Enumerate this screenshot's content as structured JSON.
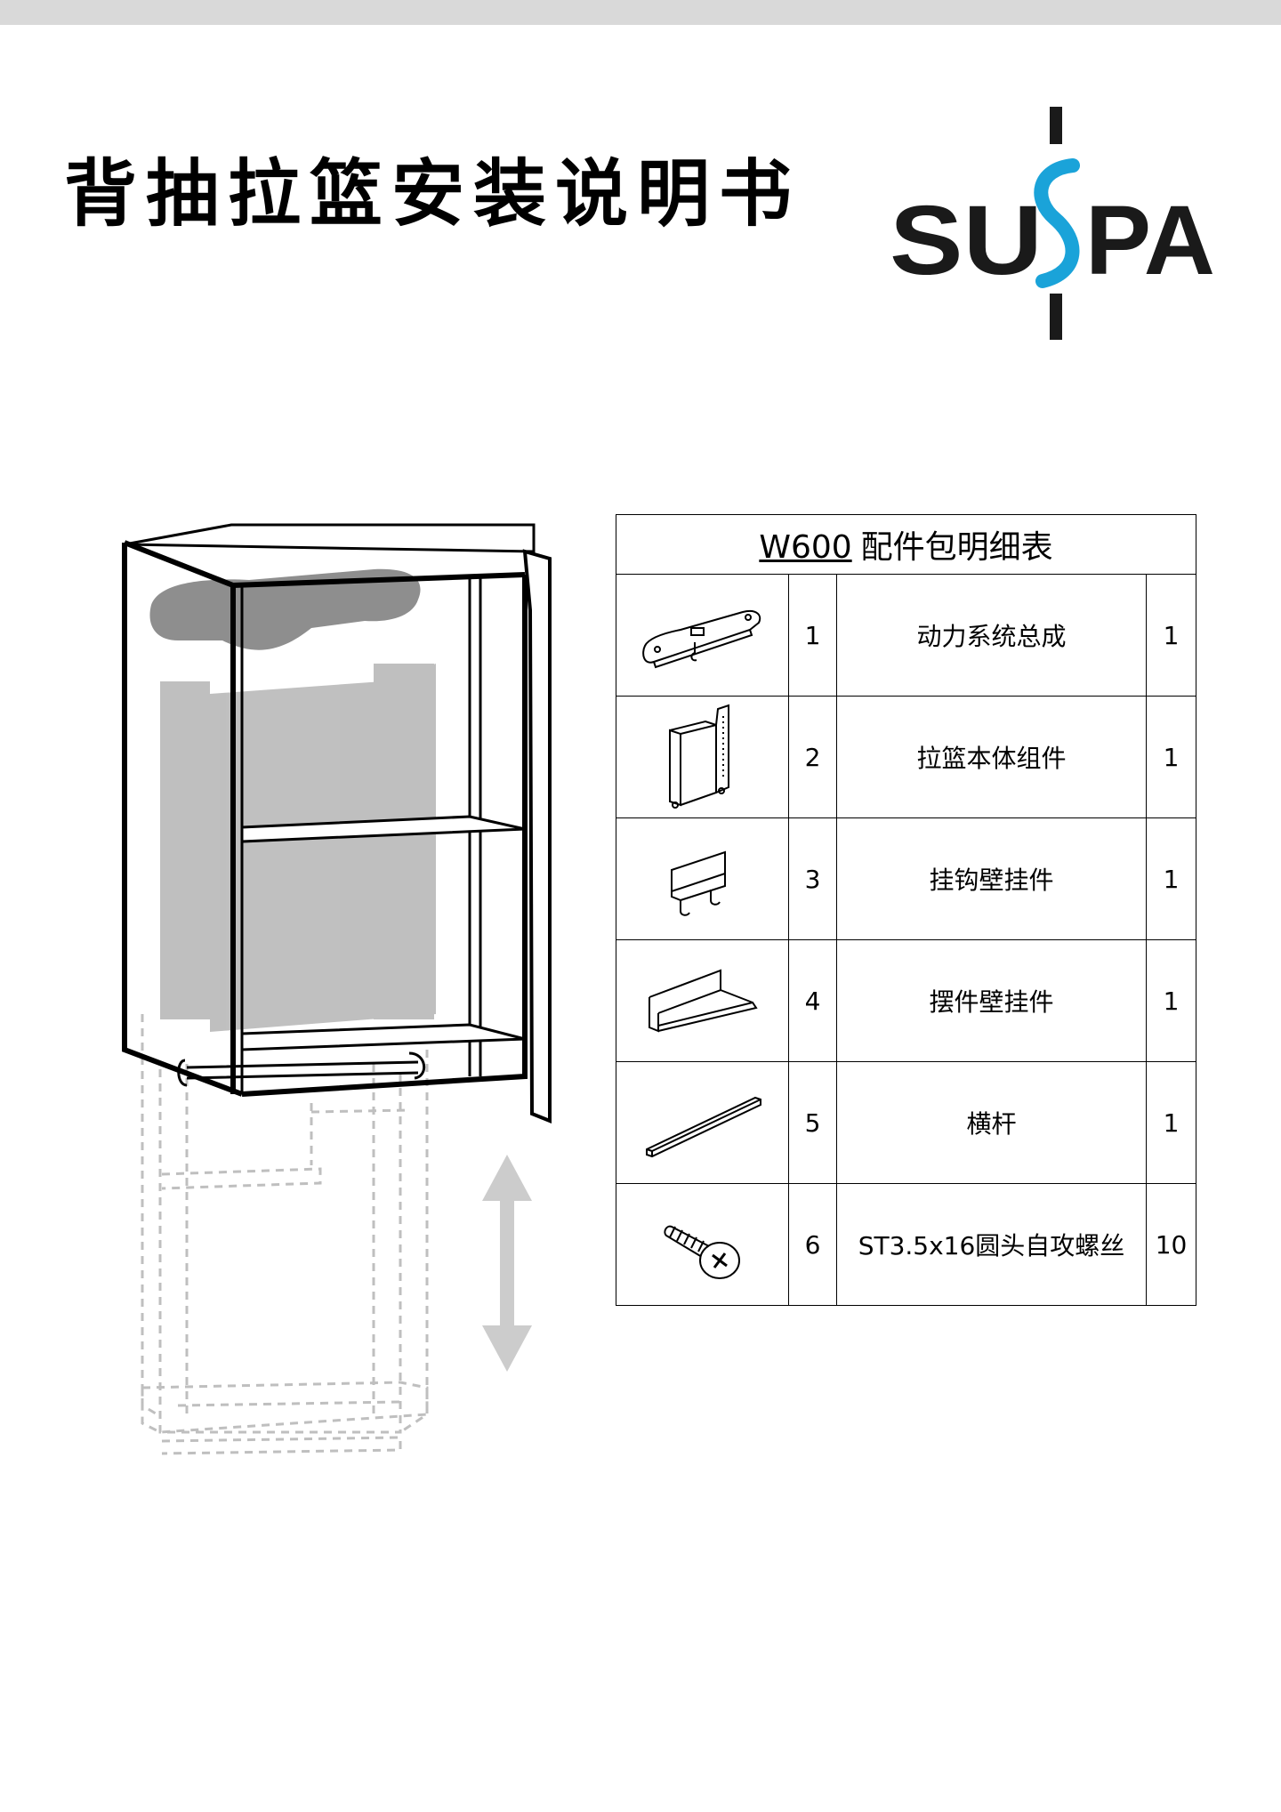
{
  "header": {
    "title": "背抽拉篮安装说明书",
    "brand": "SUSPA"
  },
  "colors": {
    "top_bar": "#d9d9d9",
    "brand_accent": "#1aa3d9",
    "brand_text": "#1a1a1a"
  },
  "parts_table": {
    "model": "W600",
    "title": "配件包明细表",
    "rows": [
      {
        "no": "1",
        "icon": "power-unit-icon",
        "name": "动力系统总成",
        "qty": "1"
      },
      {
        "no": "2",
        "icon": "basket-body-icon",
        "name": "拉篮本体组件",
        "qty": "1"
      },
      {
        "no": "3",
        "icon": "hook-bracket-icon",
        "name": "挂钩壁挂件",
        "qty": "1"
      },
      {
        "no": "4",
        "icon": "shelf-bracket-icon",
        "name": "摆件壁挂件",
        "qty": "1"
      },
      {
        "no": "5",
        "icon": "cross-bar-icon",
        "name": "横杆",
        "qty": "1"
      },
      {
        "no": "6",
        "icon": "screw-icon",
        "name": "ST3.5x16圆头自攻螺丝",
        "qty": "10"
      }
    ]
  }
}
